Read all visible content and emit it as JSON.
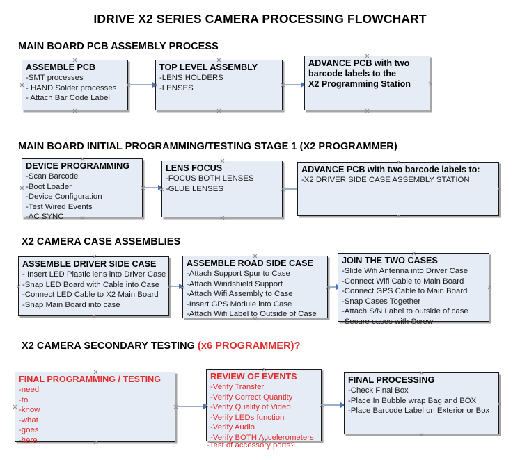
{
  "document": {
    "title": "IDRIVE X2  SERIES CAMERA PROCESSING FLOWCHART"
  },
  "colors": {
    "box_fill": "#e6ecf6",
    "box_border": "#1a1a1a",
    "box_shadow": "#a6a6a6",
    "connector": "#9dafc6",
    "arrow": "#4a72b8",
    "text": "#1a1a1a",
    "accent_red": "#e02b2b"
  },
  "sections": [
    {
      "id": "main-board-pcb-assembly-process",
      "heading": "MAIN BOARD PCB ASSEMBLY PROCESS",
      "heading_accent": "",
      "boxes": [
        {
          "id": "assemble-pcb",
          "title": "ASSEMBLE PCB",
          "lines": [
            "-SMT processes",
            "- HAND Solder processes",
            "- Attach Bar Code Label"
          ]
        },
        {
          "id": "top-level-assembly",
          "title": "TOP LEVEL ASSEMBLY",
          "lines": [
            "-LENS HOLDERS",
            "-LENSES"
          ]
        },
        {
          "id": "advance-pcb-programming-station",
          "title": "ADVANCE PCB with two",
          "lines": [
            "barcode labels to the",
            " X2 Programming Station"
          ]
        }
      ]
    },
    {
      "id": "main-board-initial-programming",
      "heading": "MAIN BOARD INITIAL PROGRAMMING/TESTING STAGE 1 (X2 PROGRAMMER)",
      "heading_accent": "",
      "boxes": [
        {
          "id": "device-programming",
          "title": "DEVICE PROGRAMMING",
          "lines": [
            "-Scan Barcode",
            "-Boot Loader",
            "-Device Configuration",
            "-Test Wired Events",
            "-AC SYNC"
          ]
        },
        {
          "id": "lens-focus",
          "title": "LENS FOCUS",
          "lines": [
            "-FOCUS BOTH LENSES",
            "-GLUE LENSES"
          ]
        },
        {
          "id": "advance-pcb-driver-side-case",
          "title": "ADVANCE PCB with two barcode labels to:",
          "lines": [
            "-X2 DRIVER  SIDE  CASE  ASSEMBLY STATION"
          ]
        }
      ]
    },
    {
      "id": "x2-camera-case-assemblies",
      "heading": "X2 CAMERA CASE ASSEMBLIES",
      "heading_accent": "",
      "boxes": [
        {
          "id": "assemble-driver-side-case",
          "title": "ASSEMBLE DRIVER SIDE CASE",
          "lines": [
            "- Insert LED Plastic lens into Driver Case",
            "-Snap LED Board with Cable into Case",
            "-Connect LED Cable to X2 Main Board",
            "-Snap Main Board into case"
          ]
        },
        {
          "id": "assemble-road-side-case",
          "title": "ASSEMBLE ROAD SIDE CASE",
          "lines": [
            "-Attach Support Spur to Case",
            "-Attach Windshield Support",
            "-Attach Wifi Assembly to Case",
            "-Insert GPS Module into Case",
            "-Attach Wifi Label to Outside of Case"
          ]
        },
        {
          "id": "join-the-two-cases",
          "title": "JOIN THE TWO CASES",
          "lines": [
            "-Slide Wifi Antenna into Driver Case",
            "-Connect Wifi Cable to Main Board",
            "-Connect GPS Cable to Main Board",
            "-Snap Cases Together",
            "-Attach S/N Label to outside of case",
            "-Secure cases with Screw"
          ]
        }
      ]
    },
    {
      "id": "x2-camera-secondary-testing",
      "heading": "X2 CAMERA SECONDARY TESTING ",
      "heading_accent": "(x6 PROGRAMMER)?",
      "boxes": [
        {
          "id": "final-programming-testing",
          "title": "FINAL PROGRAMMING / TESTING",
          "lines": [
            "-need",
            "-to",
            "-know",
            "-what",
            "-goes",
            "-here"
          ]
        },
        {
          "id": "review-of-events",
          "title": "REVIEW OF EVENTS",
          "lines": [
            "-Verify Transfer",
            "-Verify Correct Quantity",
            "-Verify Quality of Video",
            "-Verify LEDs function",
            "-Verify Audio",
            "-Verify BOTH Accelerometers"
          ],
          "overflow_line": "-Test of accessory ports?"
        },
        {
          "id": "final-processing",
          "title": "FINAL PROCESSING",
          "lines": [
            " -Check Final Box",
            "-Place In Bubble wrap Bag and BOX",
            "-Place Barcode Label on Exterior or Box"
          ]
        }
      ]
    }
  ]
}
